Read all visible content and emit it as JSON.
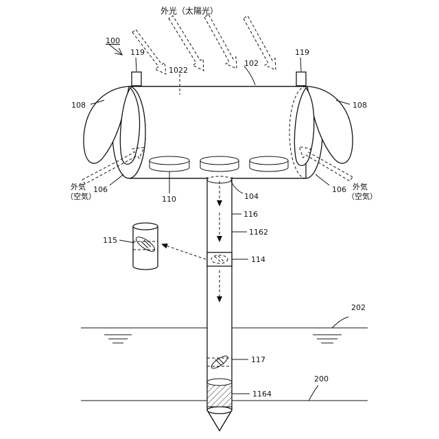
{
  "labels": {
    "title_light": "外光（太陽光）",
    "ref_100": "100",
    "ref_119_left": "119",
    "ref_119_right": "119",
    "ref_1022": "1022",
    "ref_102": "102",
    "ref_108_left": "108",
    "ref_108_right": "108",
    "ref_106_left": "106",
    "ref_106_right": "106",
    "outside_air_left_1": "外気",
    "outside_air_left_2": "（空気）",
    "outside_air_right_1": "外気",
    "outside_air_right_2": "（空気）",
    "ref_110": "110",
    "ref_104": "104",
    "ref_116": "116",
    "ref_1162": "1162",
    "ref_115": "115",
    "ref_114": "114",
    "ref_202": "202",
    "ref_117": "117",
    "ref_200": "200",
    "ref_1164": "1164"
  }
}
